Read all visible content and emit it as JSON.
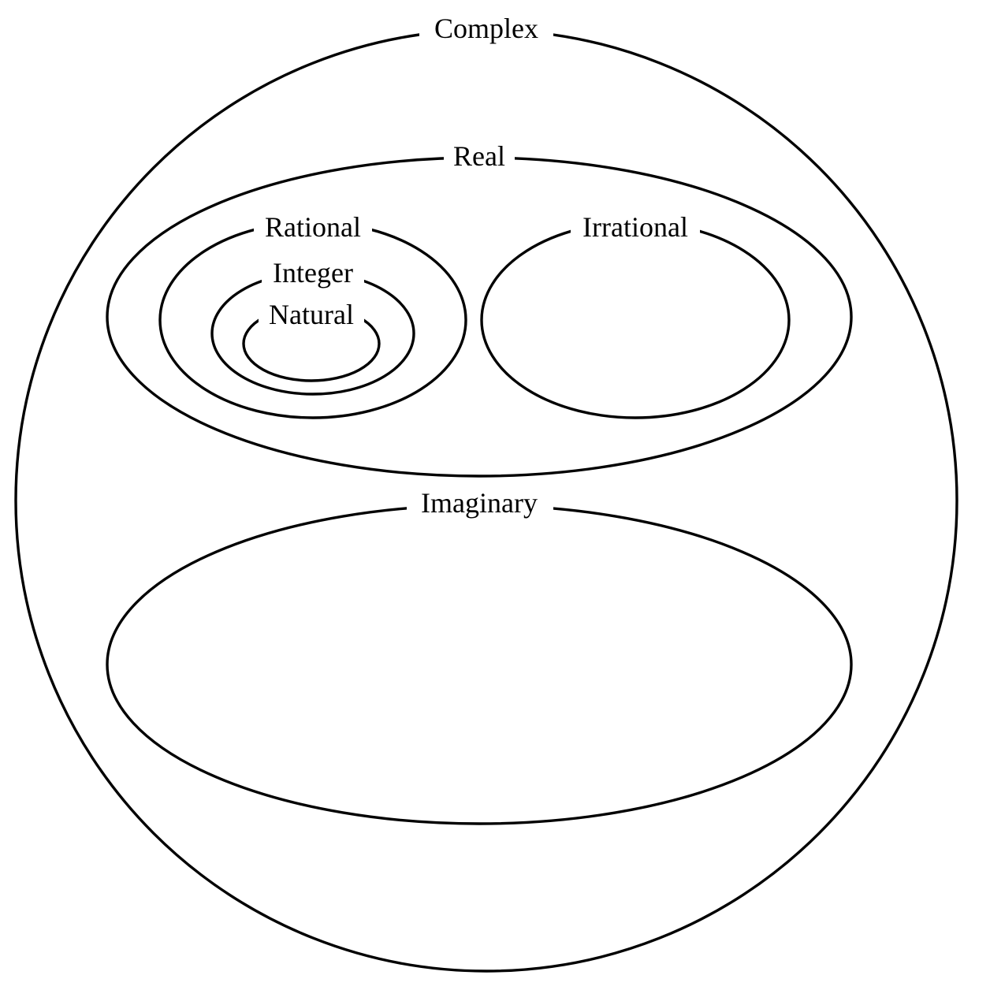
{
  "diagram": {
    "sets": {
      "complex": {
        "label": "Complex"
      },
      "real": {
        "label": "Real"
      },
      "rational": {
        "label": "Rational"
      },
      "integer": {
        "label": "Integer"
      },
      "natural": {
        "label": "Natural"
      },
      "irrational": {
        "label": "Irrational"
      },
      "imaginary": {
        "label": "Imaginary"
      }
    },
    "colors": {
      "stroke": "#000000",
      "background": "#ffffff"
    }
  }
}
